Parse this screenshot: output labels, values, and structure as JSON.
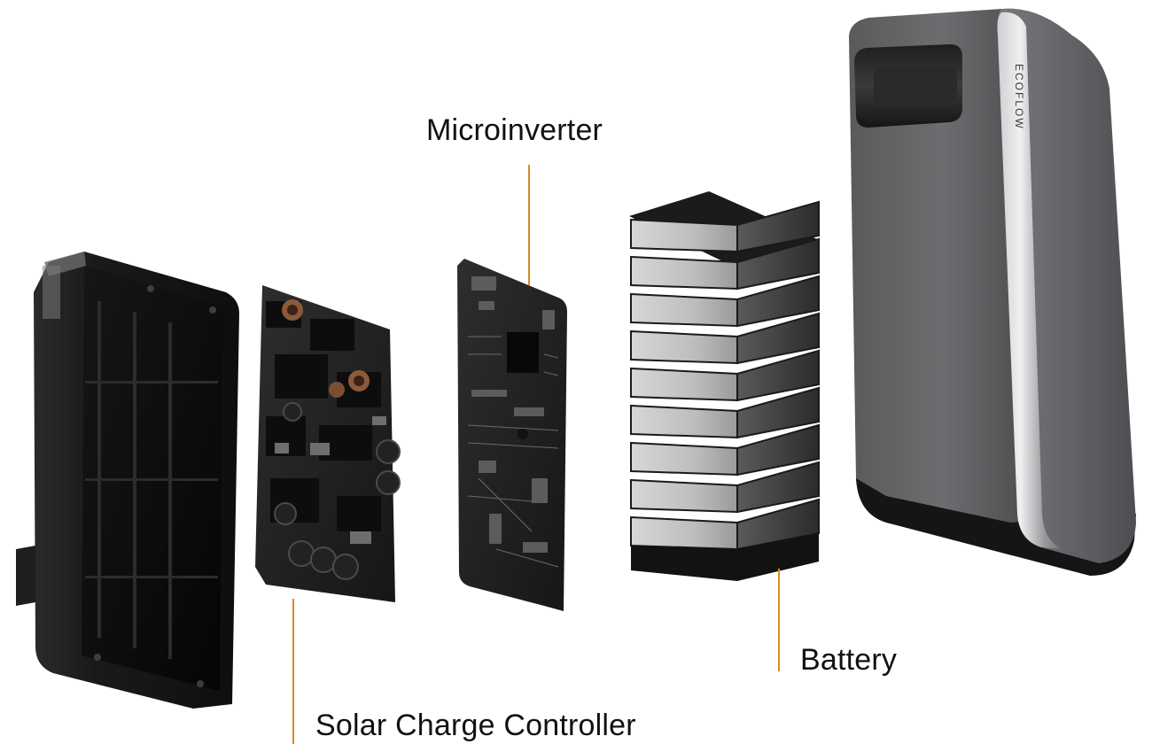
{
  "labels": {
    "microinverter": "Microinverter",
    "battery": "Battery",
    "solar_charge_controller": "Solar Charge Controller"
  },
  "brand_text": "ECOFLOW",
  "colors": {
    "leader_line": "#d98a24",
    "label_text": "#111111",
    "background": "#ffffff"
  }
}
